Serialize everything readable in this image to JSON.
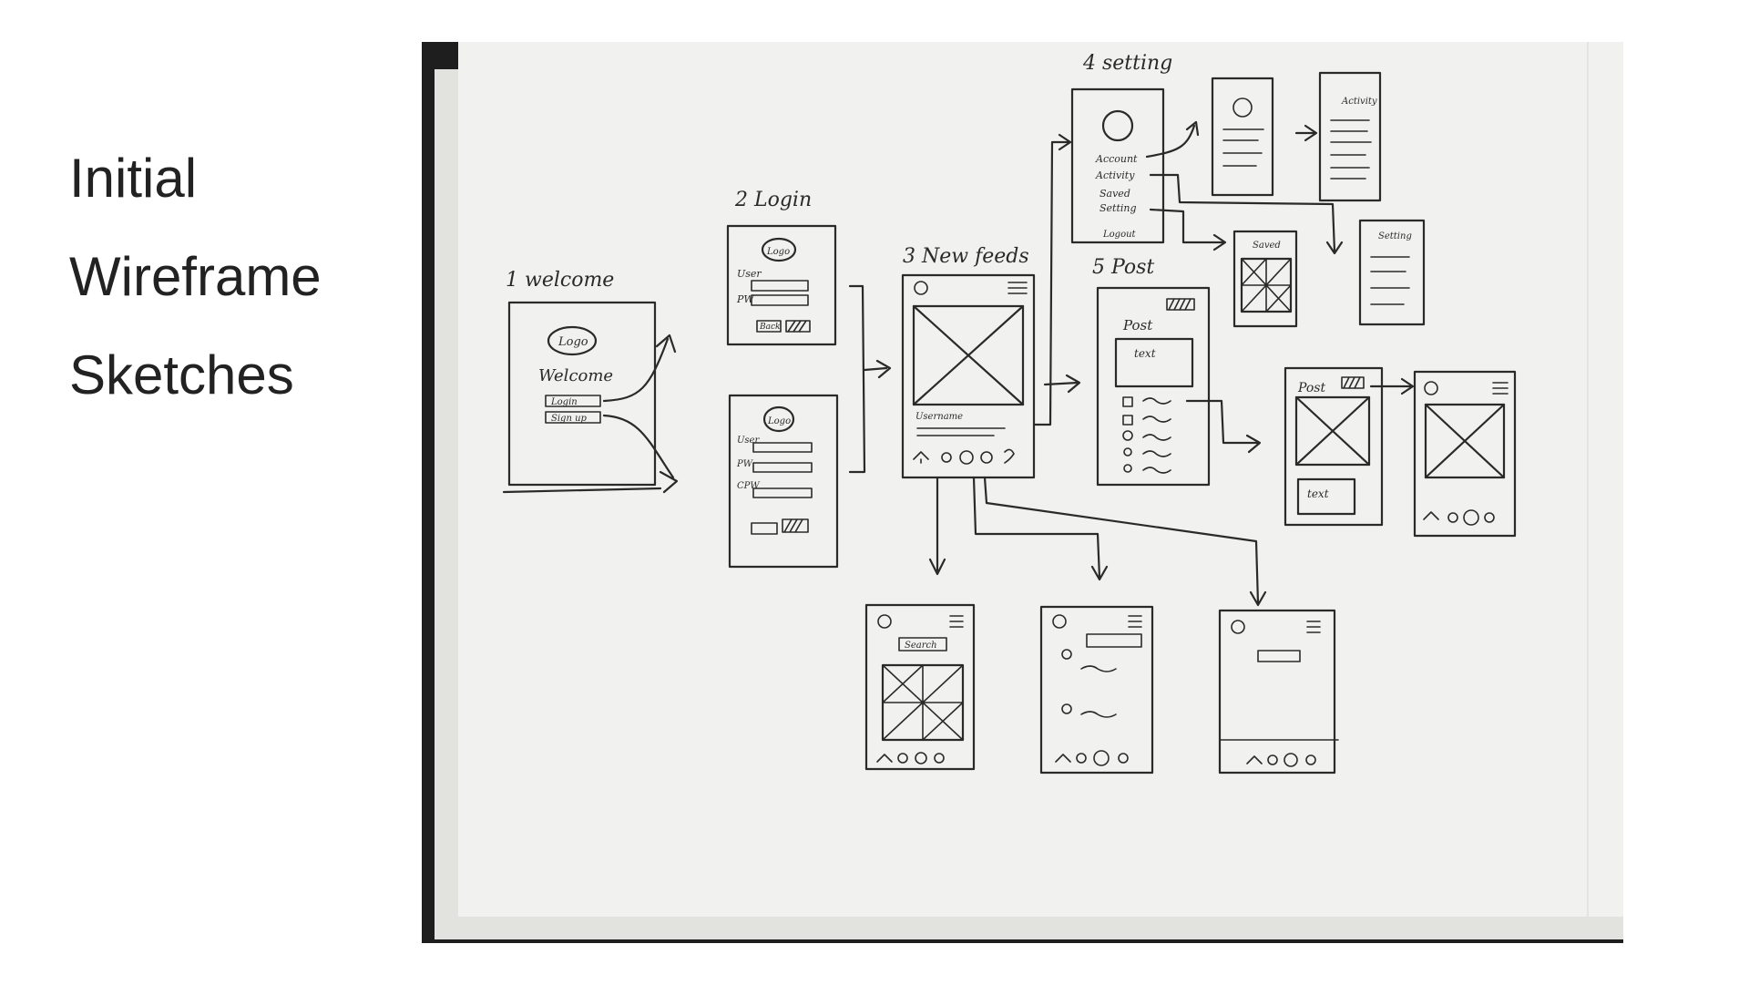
{
  "slide": {
    "title_lines": [
      "Initial",
      "Wireframe",
      "Sketches"
    ]
  },
  "sketch": {
    "labels": {
      "welcome": "1 welcome",
      "login": "2 Login",
      "newfeeds": "3 New feeds",
      "setting": "4 setting",
      "post": "5 Post"
    },
    "welcome_screen": {
      "logo": "Logo",
      "heading": "Welcome",
      "btn1": "Login",
      "btn2": "Sign up"
    },
    "login_screen": {
      "logo": "Logo",
      "user": "User",
      "pw": "PW",
      "cpw": "CPW",
      "back": "Back"
    },
    "feed_screen": {
      "username": "Username"
    },
    "setting_screen": {
      "items": [
        "Account",
        "Activity",
        "Saved",
        "Setting",
        "Logout"
      ]
    },
    "sub_screens": {
      "activity": "Activity",
      "saved": "Saved",
      "setting": "Setting"
    },
    "post_screen": {
      "title": "Post",
      "text": "text"
    },
    "post_preview": {
      "title": "Post",
      "text": "text"
    },
    "search_screen": {
      "bar": "Search"
    }
  },
  "colors": {
    "paper": "#f1f1ef",
    "ink": "#2a2a2a",
    "background": "#1e1e1e"
  }
}
